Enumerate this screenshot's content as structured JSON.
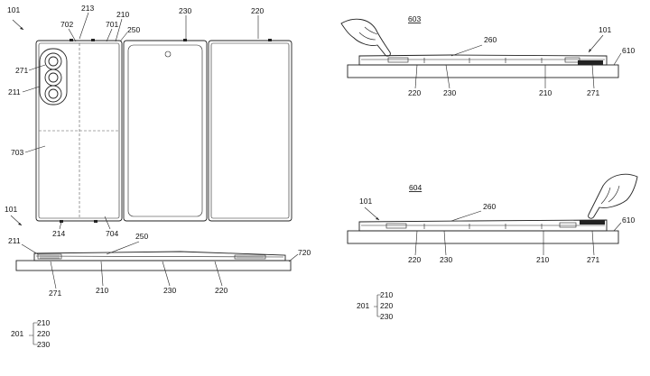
{
  "figure": {
    "main_label": "101",
    "top_labels": [
      "213",
      "702",
      "701",
      "210",
      "250",
      "230",
      "220"
    ],
    "left_labels": [
      "271",
      "211",
      "703"
    ],
    "bottom_labels": [
      "214",
      "704"
    ],
    "side_view": {
      "label_101": "101",
      "labels_top": [
        "211",
        "250",
        "720"
      ],
      "labels_bottom": [
        "271",
        "210",
        "230",
        "220"
      ]
    },
    "legend_left": {
      "main": "201",
      "items": [
        "210",
        "220",
        "230"
      ]
    }
  },
  "panel_603": {
    "title": "603",
    "labels": [
      "101",
      "260",
      "610",
      "220",
      "230",
      "210",
      "271"
    ]
  },
  "panel_604": {
    "title": "604",
    "labels": [
      "101",
      "260",
      "610",
      "220",
      "230",
      "210",
      "271"
    ]
  },
  "legend_right": {
    "main": "201",
    "items": [
      "210",
      "220",
      "230"
    ]
  }
}
